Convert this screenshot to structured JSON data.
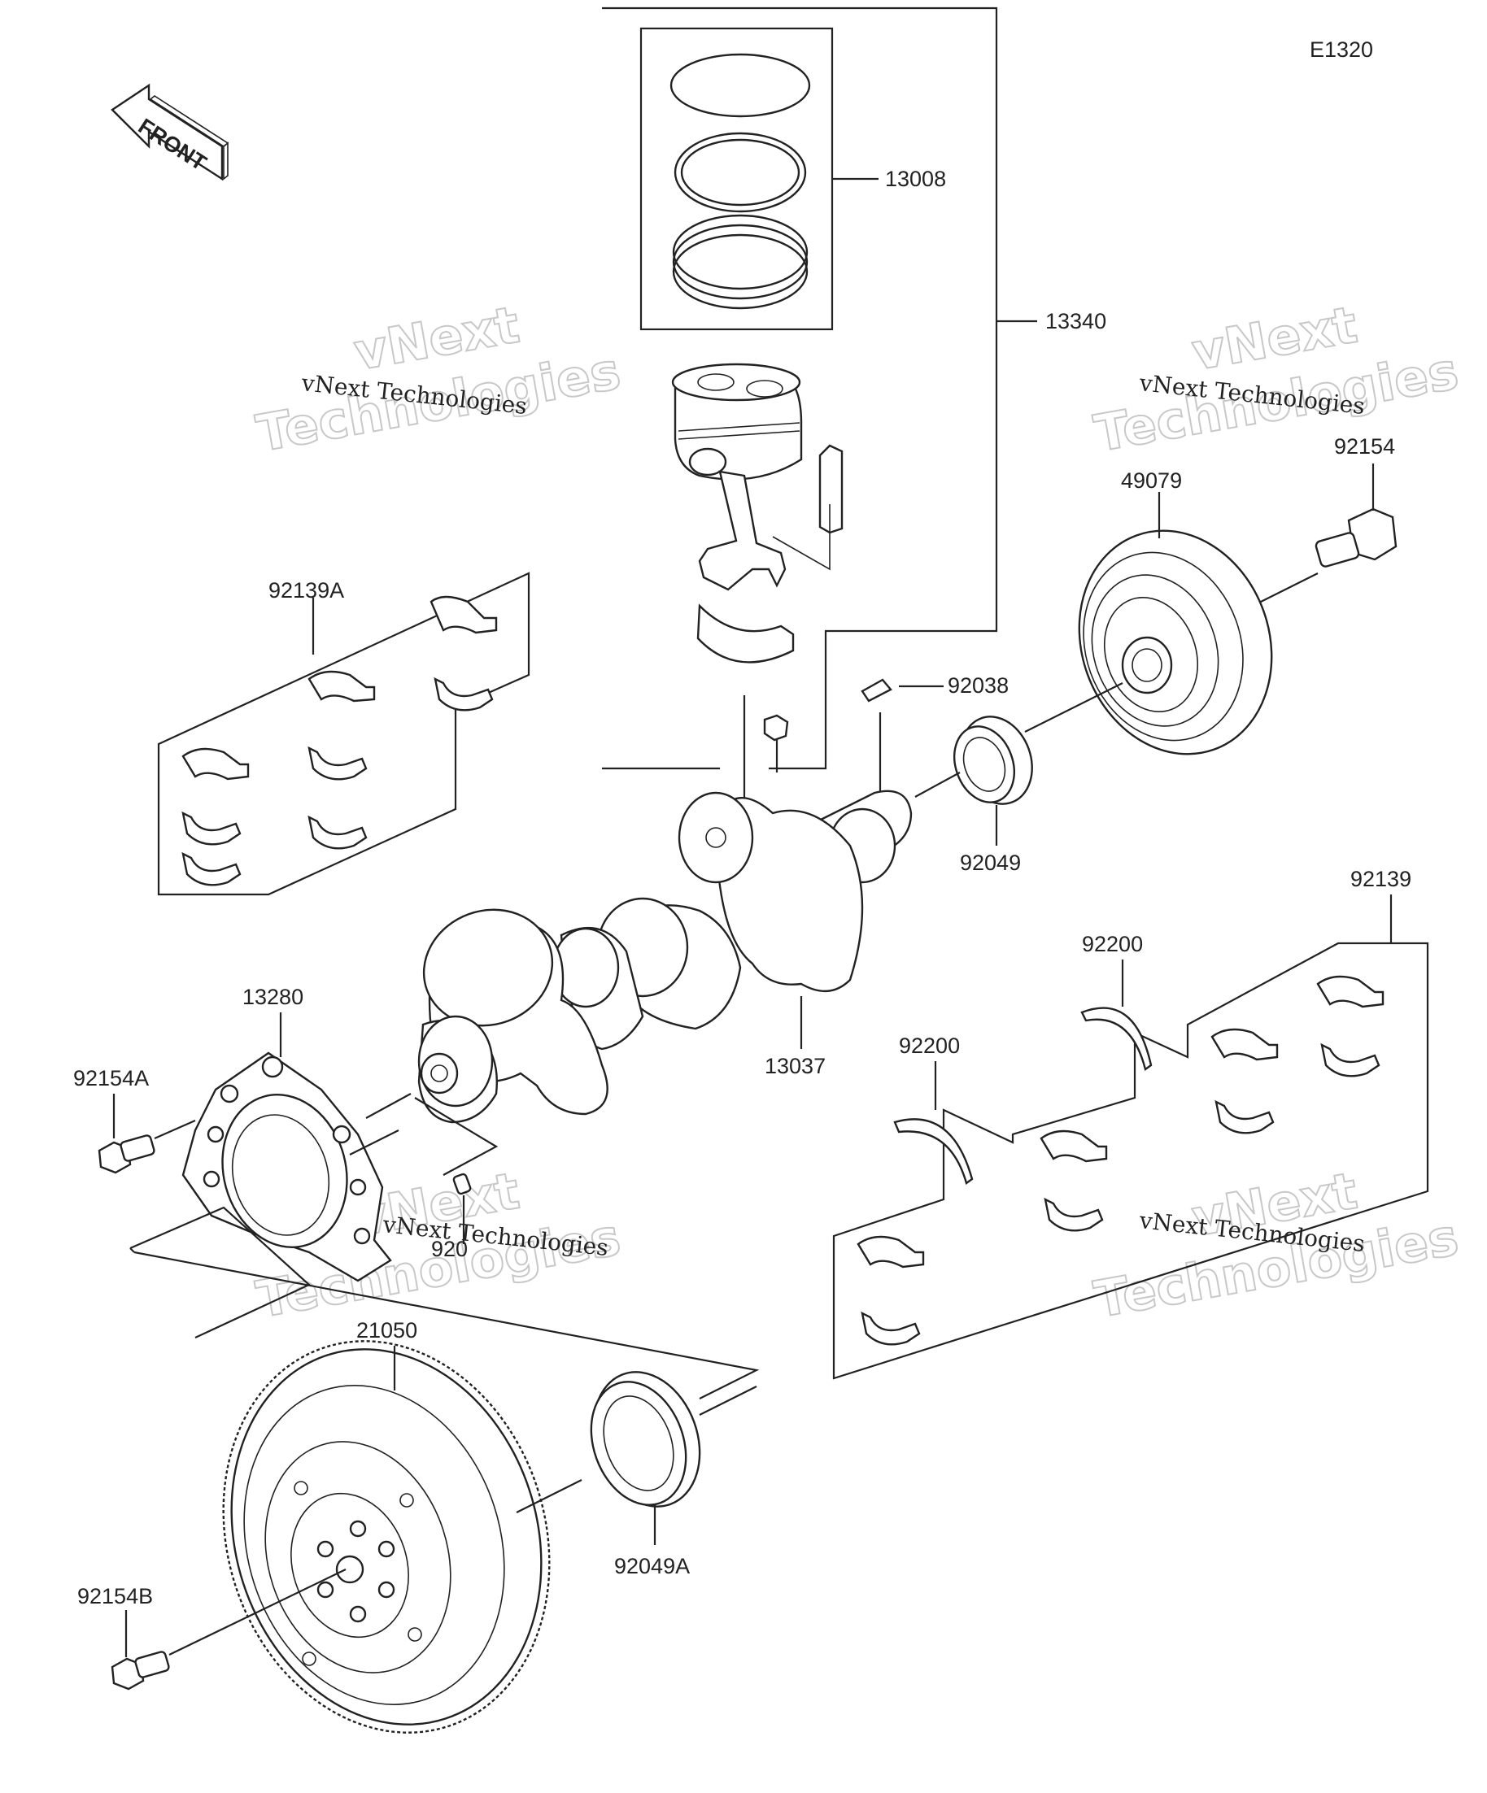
{
  "diagram_code": "E1320",
  "front_label": "FRONT",
  "watermark": {
    "line1": "vNext",
    "line2": "Technologies",
    "caption": "vNext Technologies"
  },
  "callouts": {
    "p13008": "13008",
    "p13340": "13340",
    "p92154": "92154",
    "p49079": "49079",
    "p92139A": "92139A",
    "p92038": "92038",
    "p92049": "92049",
    "p92139": "92139",
    "p92200a": "92200",
    "p92200b": "92200",
    "p13280": "13280",
    "p13037": "13037",
    "p92154A": "92154A",
    "p92049A": "92049A",
    "p21050": "21050",
    "p92154B": "92154B",
    "p920": "920"
  }
}
